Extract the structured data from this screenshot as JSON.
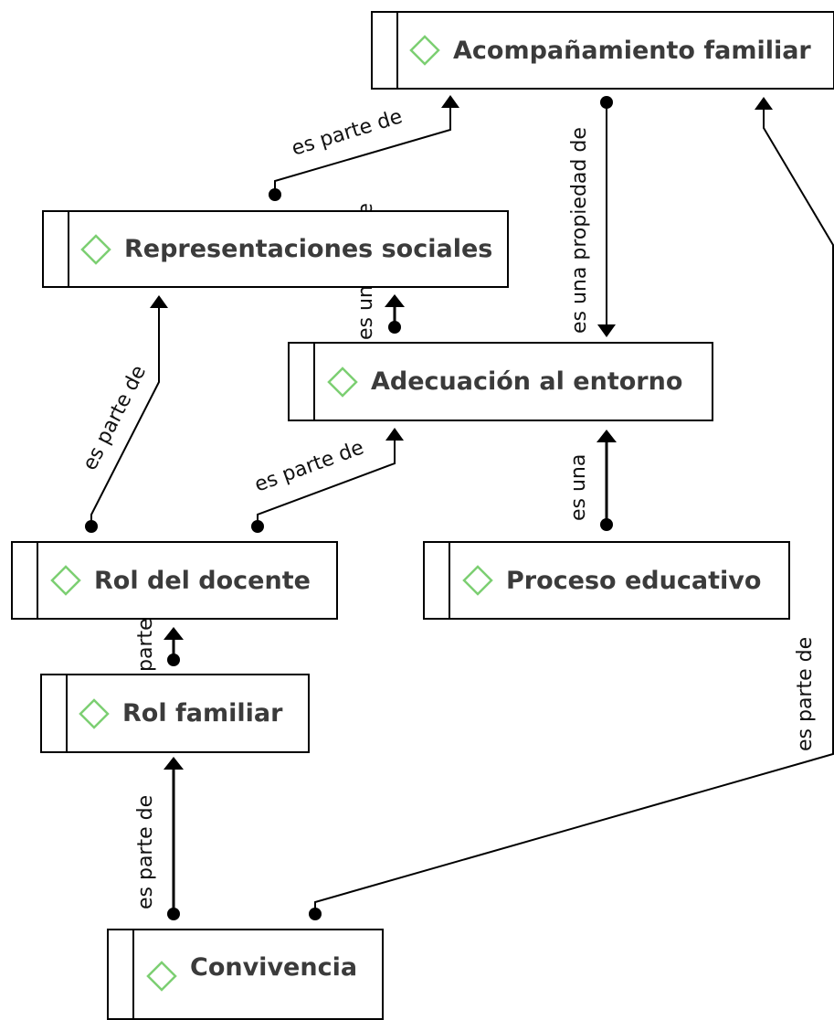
{
  "colors": {
    "icon_stroke": "#7ccf72",
    "text": "#3b3b3b",
    "line": "#000000"
  },
  "icon": "diamond-icon",
  "nodes": {
    "acompanamiento": "Acompañamiento familiar",
    "representaciones": "Representaciones sociales",
    "adecuacion": "Adecuación al entorno",
    "rol_docente": "Rol del docente",
    "proceso": "Proceso educativo",
    "rol_familiar": "Rol familiar",
    "convivencia": "Convivencia"
  },
  "relations": [
    {
      "from": "Representaciones sociales",
      "to": "Acompañamiento familiar",
      "label": "es parte de"
    },
    {
      "from": "Acompañamiento familiar",
      "to": "Adecuación al entorno",
      "label": "es una propiedad de"
    },
    {
      "from": "Rol del docente",
      "to": "Representaciones sociales",
      "label": "es parte de"
    },
    {
      "from": "Rol del docente",
      "to": "Adecuación al entorno",
      "label": "es parte de"
    },
    {
      "from": "Proceso educativo",
      "to": "Adecuación al entorno",
      "label": "es una"
    },
    {
      "from": "Rol familiar",
      "to": "Rol del docente",
      "label": "es parte de"
    },
    {
      "from": "Convivencia",
      "to": "Rol familiar",
      "label": "es parte de"
    },
    {
      "from": "Convivencia",
      "to": "Acompañamiento familiar",
      "label": "es parte de"
    }
  ],
  "visible_fragments": {
    "adecuacion_overlap": "es una propie",
    "rol_familiar_overlap": "parte"
  }
}
